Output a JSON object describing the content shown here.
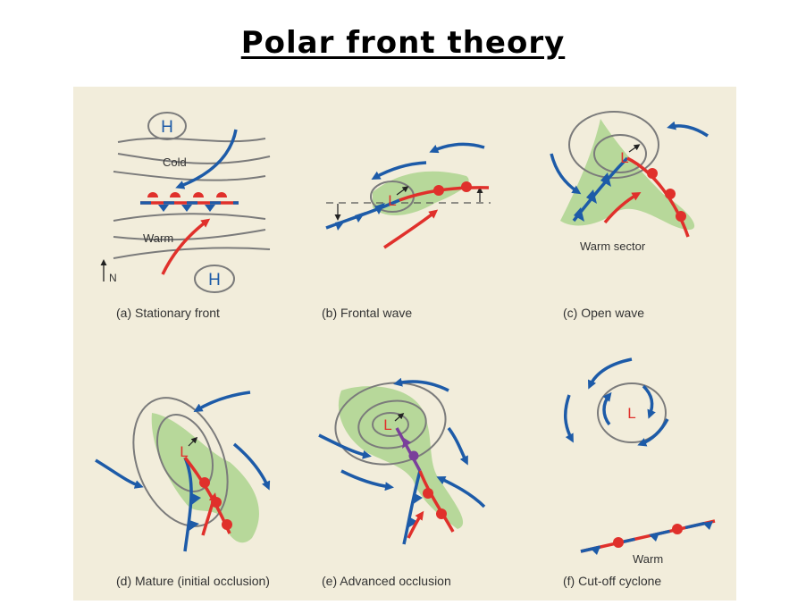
{
  "title": "Polar front theory",
  "colors": {
    "background": "#f2eddb",
    "isobar": "#7b7b7b",
    "cold": "#1d5ba8",
    "warm": "#e0302b",
    "occluded": "#7a3f9b",
    "cloud": "#b7d89a",
    "pressure_label": "#1d5ba8"
  },
  "panels": {
    "a": {
      "caption": "(a) Stationary front",
      "high_label_1": "H",
      "high_label_2": "H",
      "cold_label": "Cold",
      "warm_label": "Warm",
      "north_label": "N"
    },
    "b": {
      "caption": "(b) Frontal wave",
      "low_label": "L"
    },
    "c": {
      "caption": "(c) Open wave",
      "low_label": "L",
      "sector_label": "Warm sector"
    },
    "d": {
      "caption": "(d) Mature (initial occlusion)",
      "low_label": "L"
    },
    "e": {
      "caption": "(e) Advanced occlusion",
      "low_label": "L"
    },
    "f": {
      "caption": "(f) Cut-off cyclone",
      "low_label": "L",
      "warm_label": "Warm"
    }
  }
}
